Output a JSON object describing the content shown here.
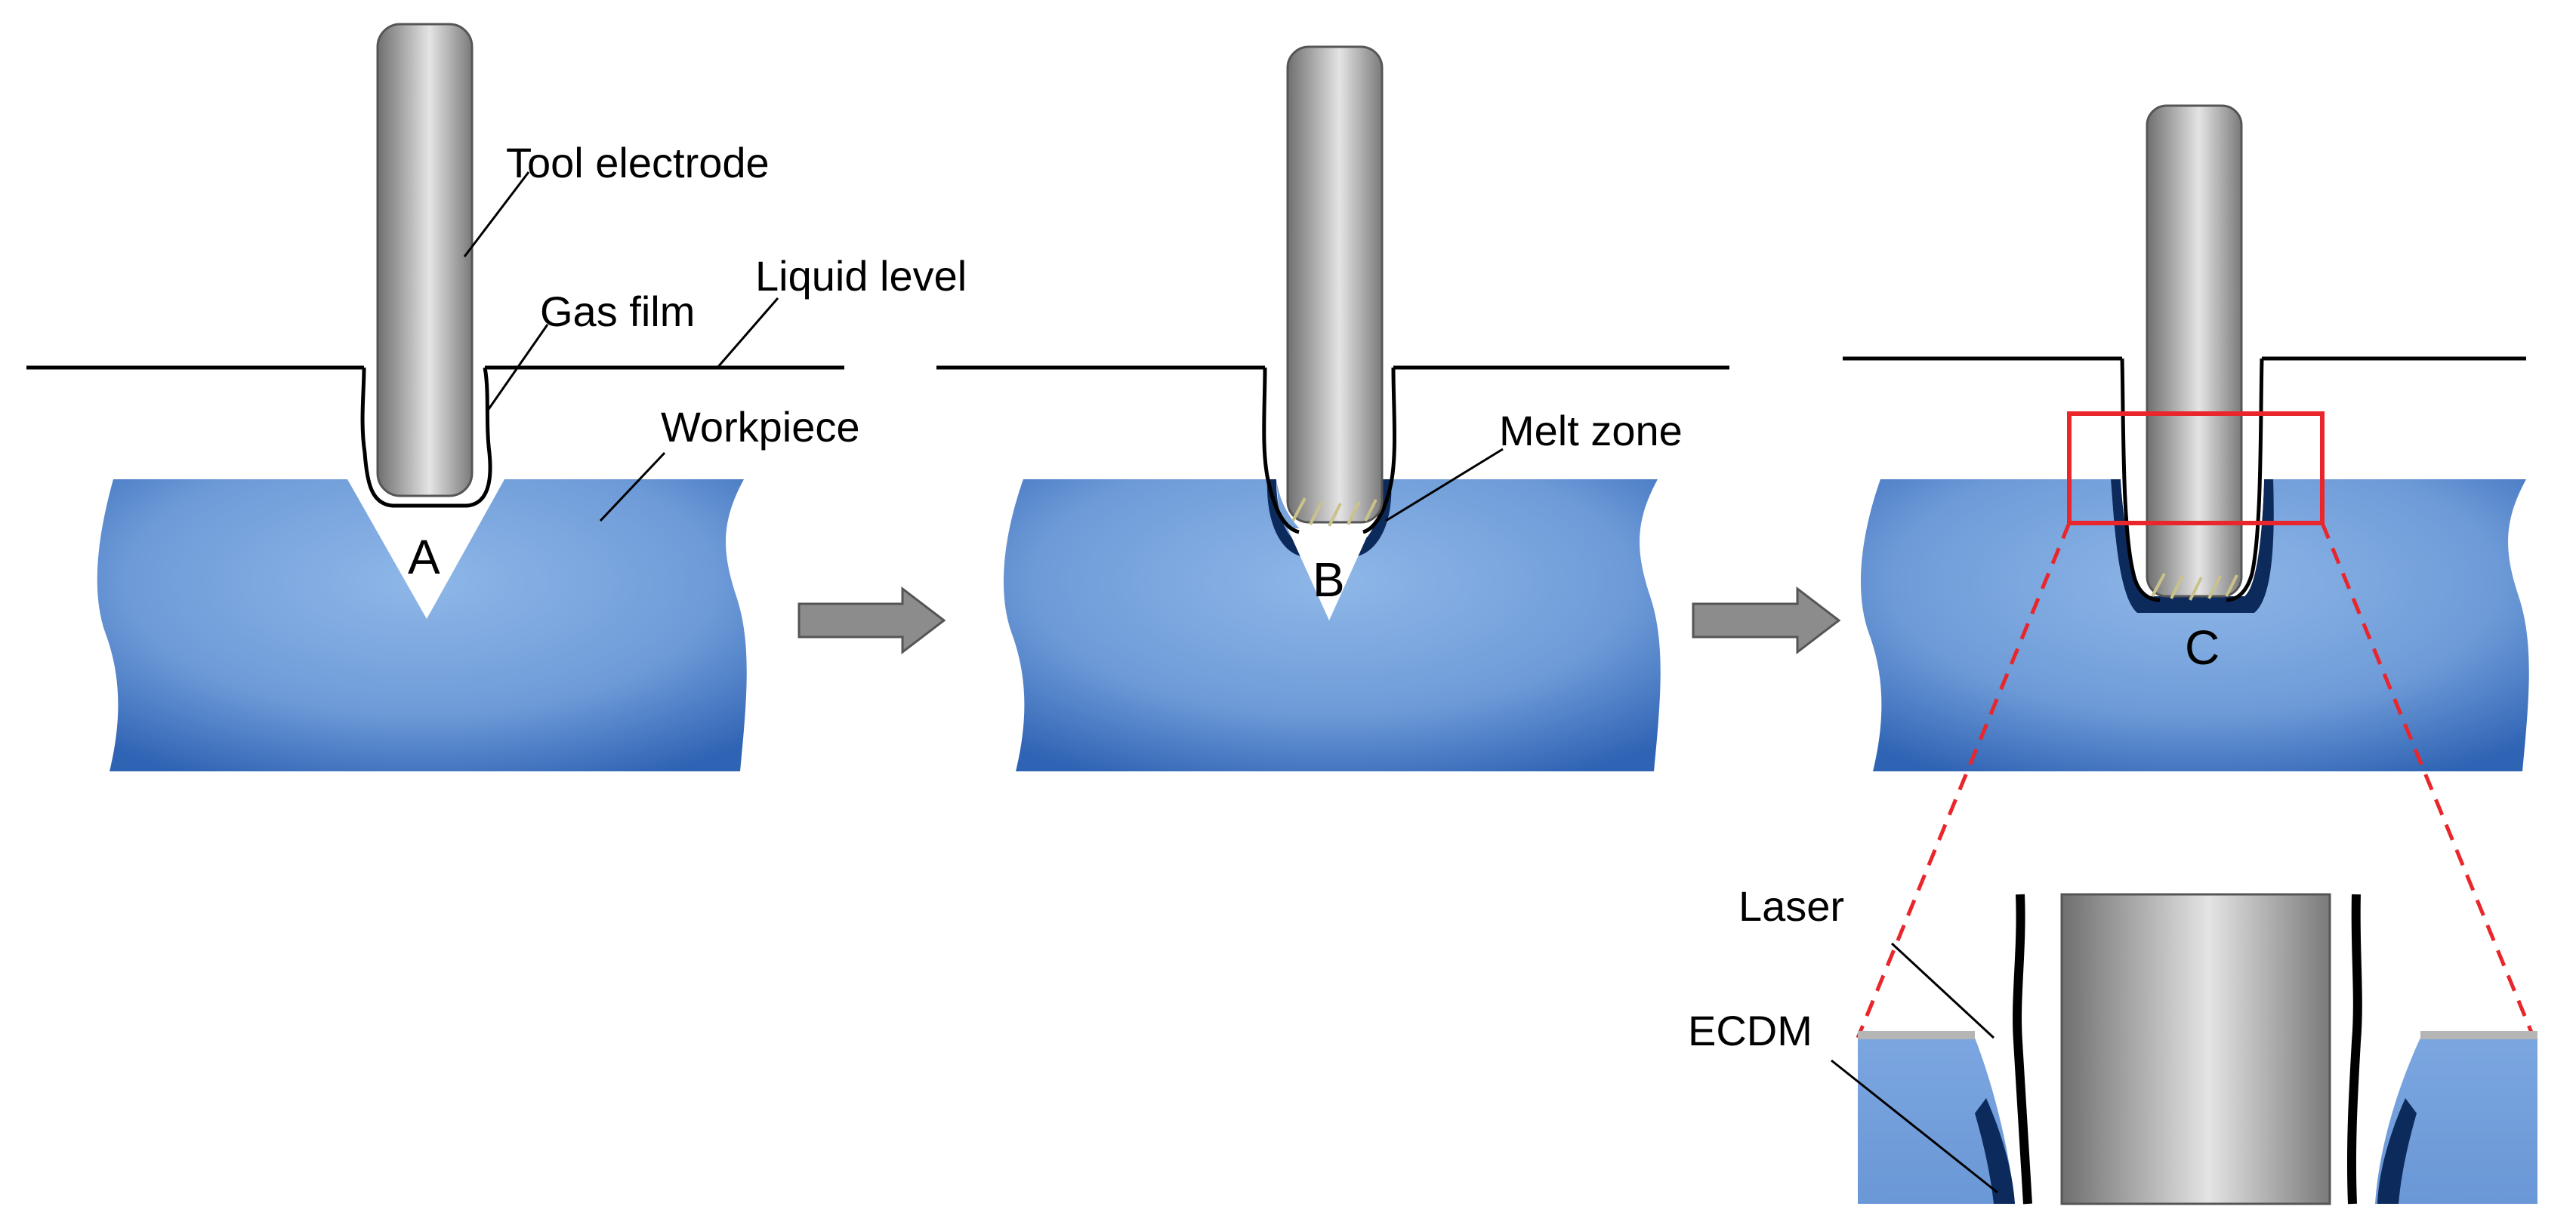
{
  "labels": {
    "tool_electrode": "Tool electrode",
    "gas_film": "Gas film",
    "liquid_level": "Liquid level",
    "workpiece": "Workpiece",
    "melt_zone": "Melt zone",
    "laser": "Laser",
    "ecdm": "ECDM",
    "stage_a": "A",
    "stage_b": "B",
    "stage_c": "C"
  },
  "colors": {
    "workpiece_light": "#8fb7e8",
    "workpiece_dark": "#2f63b4",
    "melt_dark": "#0d2a5c",
    "electrode_light": "#e4e4e4",
    "electrode_dark": "#6f6f6f",
    "arrow": "#8c8c8c",
    "zoom_box": "#e8262b"
  }
}
